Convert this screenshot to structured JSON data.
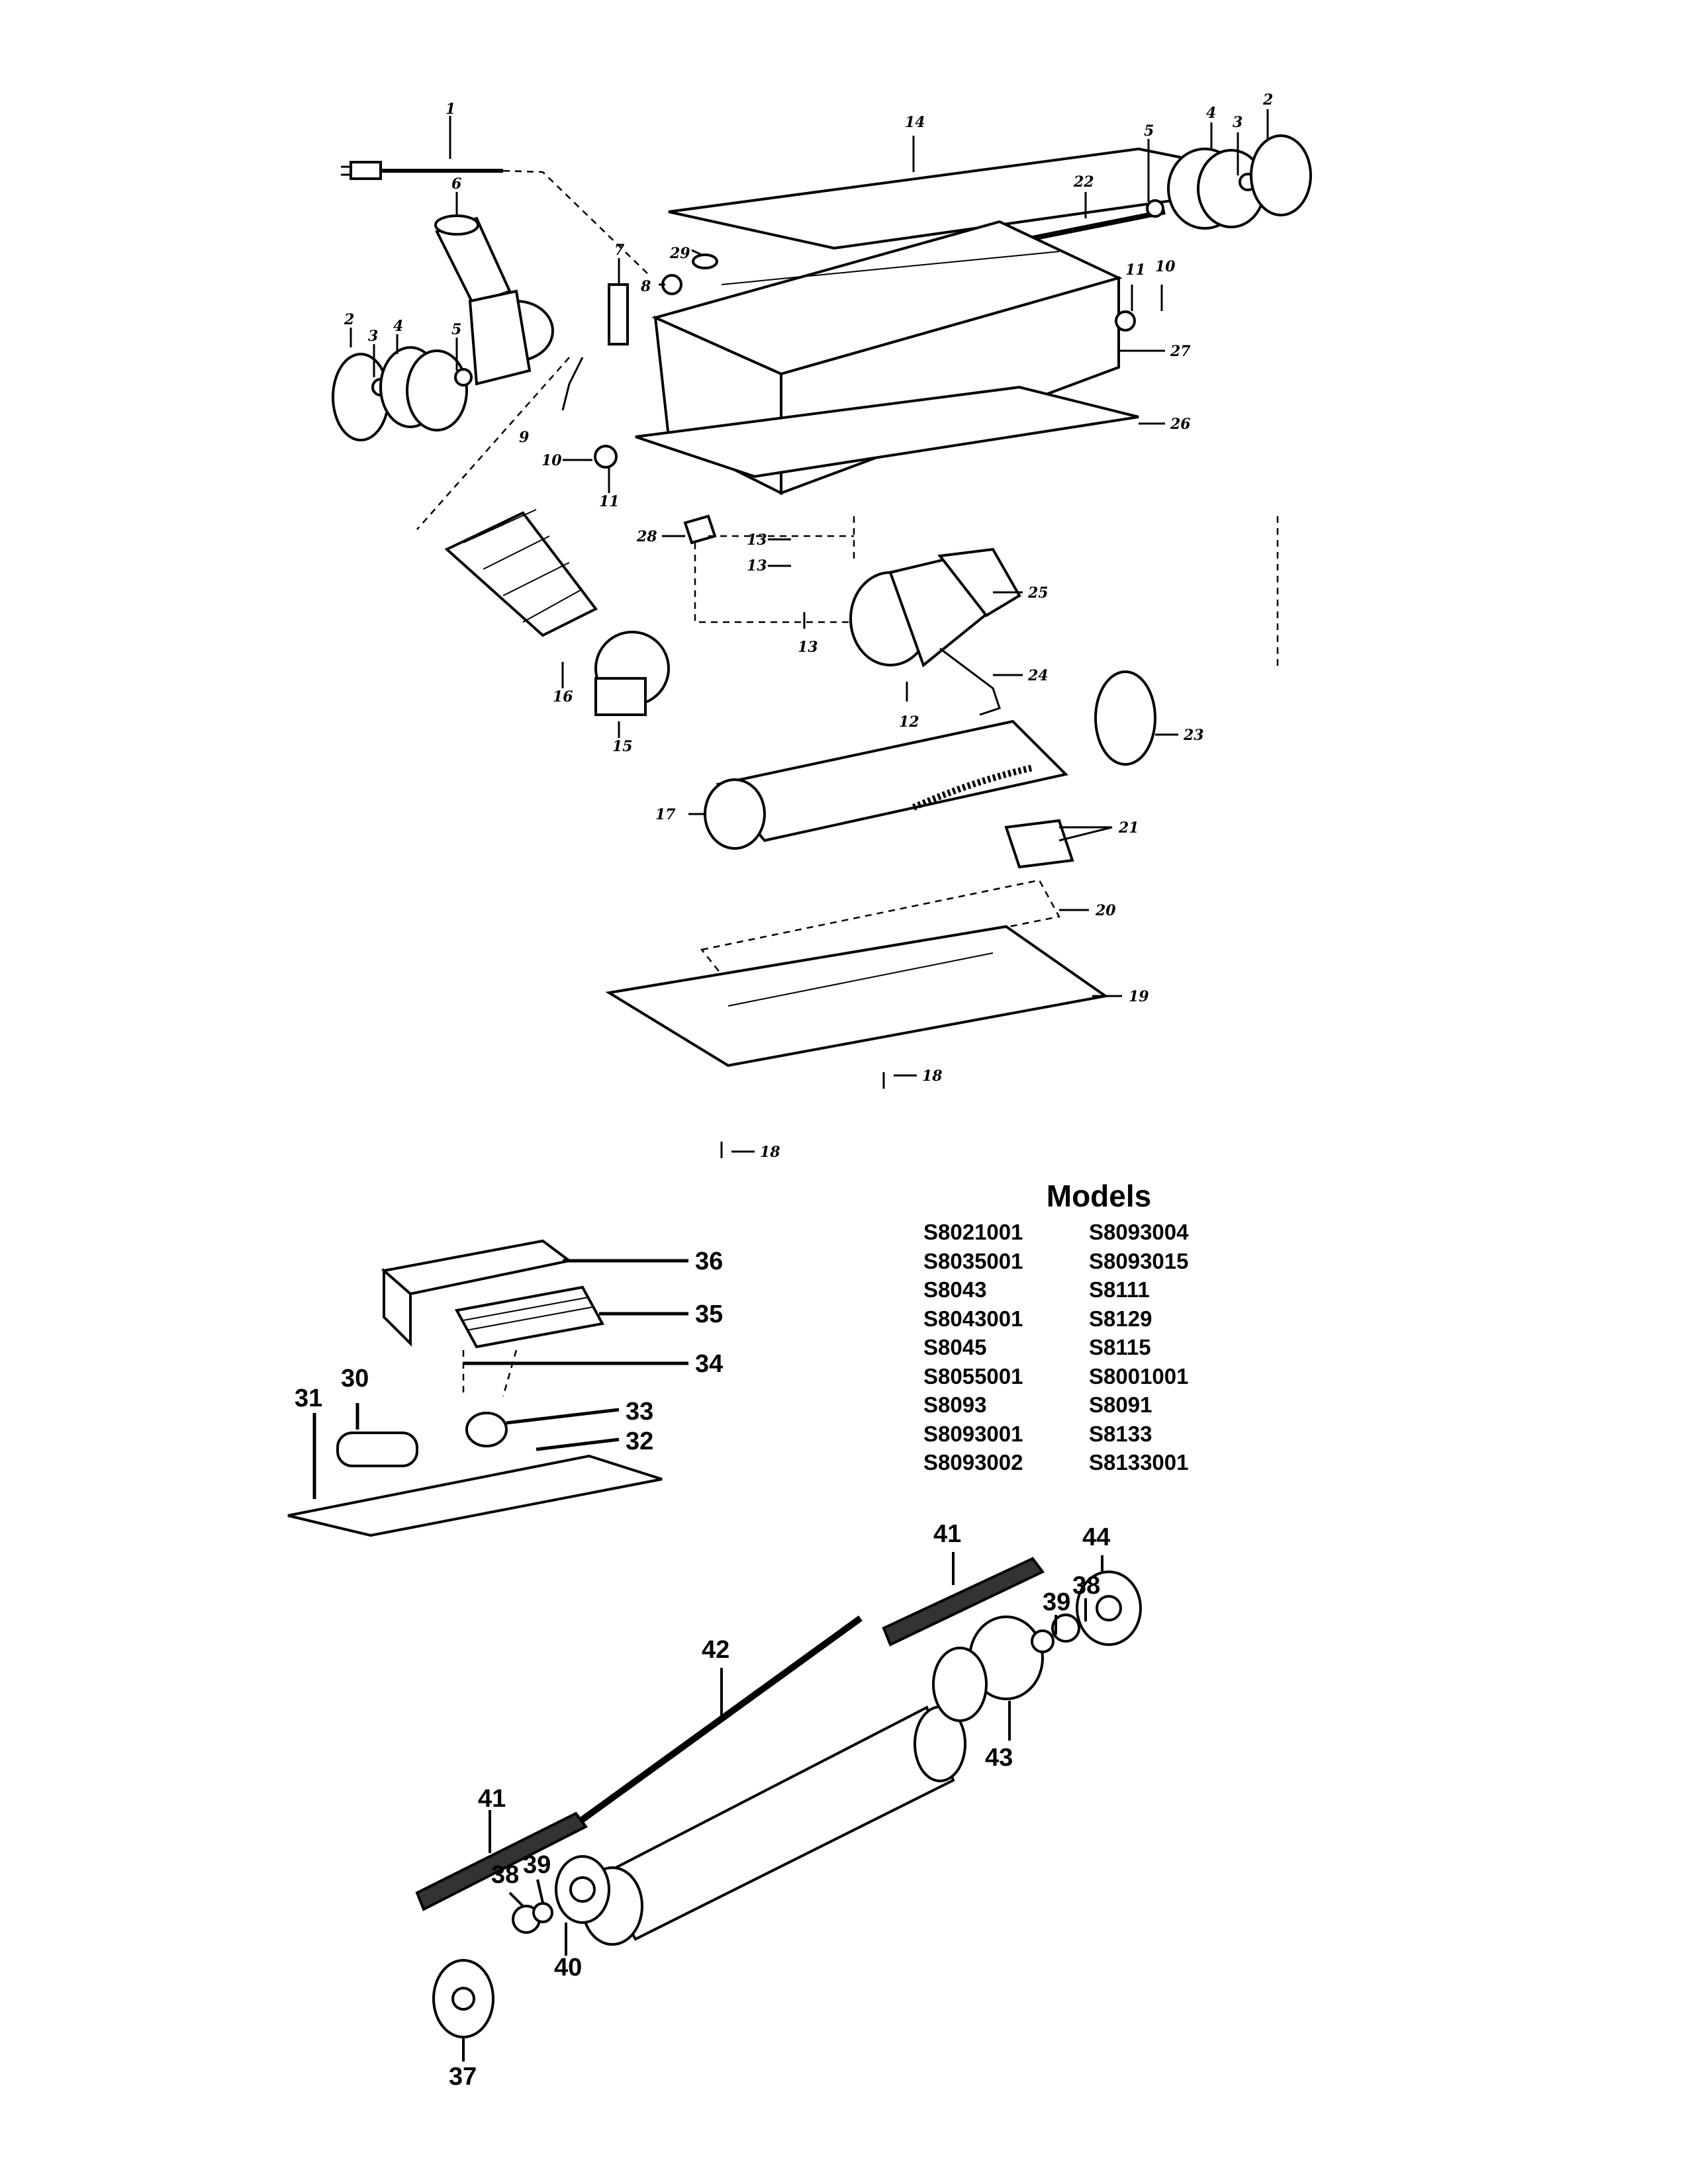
{
  "models": {
    "title": "Models",
    "left_column": [
      "S8021001",
      "S8035001",
      "S8043",
      "S8043001",
      "S8045",
      "S8055001",
      "S8093",
      "S8093001",
      "S8093002"
    ],
    "right_column": [
      "S8093004",
      "S8093015",
      "S8111",
      "S8129",
      "S8115",
      "S8001001",
      "S8091",
      "S8133",
      "S8133001"
    ]
  },
  "part_numbers": {
    "p1": "1",
    "p2": "2",
    "p3": "3",
    "p4": "4",
    "p5": "5",
    "p6": "6",
    "p7": "7",
    "p8": "8",
    "p9": "9",
    "p10": "10",
    "p11": "11",
    "p12": "12",
    "p13": "13",
    "p14": "14",
    "p15": "15",
    "p16": "16",
    "p17": "17",
    "p18": "18",
    "p19": "19",
    "p20": "20",
    "p21": "21",
    "p22": "22",
    "p23": "23",
    "p24": "24",
    "p25": "25",
    "p26": "26",
    "p27": "27",
    "p28": "28",
    "p29": "29",
    "p30": "30",
    "p31": "31",
    "p32": "32",
    "p33": "33",
    "p34": "34",
    "p35": "35",
    "p36": "36",
    "p37": "37",
    "p38": "38",
    "p39": "39",
    "p40": "40",
    "p41": "41",
    "p42": "42",
    "p43": "43",
    "p44": "44"
  }
}
